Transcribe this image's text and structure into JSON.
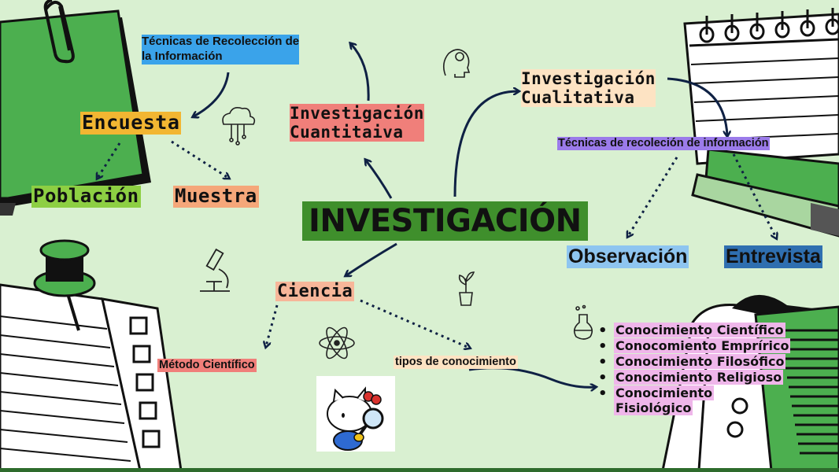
{
  "diagram": {
    "center": "INVESTIGACIÓN",
    "cuantitativa": {
      "line1": "Investigación",
      "line2": "Cuantitaiva"
    },
    "cualitativa": {
      "line1": "Investigación",
      "line2": "Cualitativa"
    },
    "tecnicas_recoleccion": {
      "line1": "Técnicas de Recolección de",
      "line2": "la Información"
    },
    "encuesta": "Encuesta",
    "poblacion": "Población",
    "muestra": "Muestra",
    "tecnicas_cualitativa": "Técnicas de recoleción de información",
    "observacion": "Observación",
    "entrevista": "Entrevista",
    "ciencia": "Ciencia",
    "metodo": "Método Científico",
    "tipos": "tipos de conocimiento",
    "conocimientos": [
      "Conocimiento Científico",
      "Conocomiento Emprírico",
      "Conocimiento Filosófico",
      "Conocimiento Religioso",
      "Conocimiento",
      "Fisiológico"
    ]
  },
  "colors": {
    "background": "#d9f0d1",
    "center": "#3f8f2c",
    "cuantitativa": "#f07f7a",
    "cualitativa": "#fde3c3",
    "tecnicas_recoleccion": "#3aa3ea",
    "encuesta": "#f2b632",
    "poblacion": "#8dcf43",
    "muestra": "#f5a77a",
    "tecnicas_cualitativa": "#9b7bea",
    "observacion": "#8ec5f0",
    "entrevista": "#2f6fb0",
    "ciencia": "#f7b699",
    "metodo": "#f07f7a",
    "tipos": "#fde3c3",
    "conocimientos": "#efb6ea",
    "arrow": "#0f2144"
  },
  "icons": [
    "notebook-green-icon",
    "notebook-spiral-icon",
    "binder-striped-icon",
    "lined-note-icon",
    "pushpin-icon",
    "paperclip-icon",
    "head-gear-icon",
    "cloud-network-icon",
    "microscope-icon",
    "plant-pot-icon",
    "atom-icon",
    "flask-icon",
    "hello-kitty-magnifier-icon"
  ]
}
